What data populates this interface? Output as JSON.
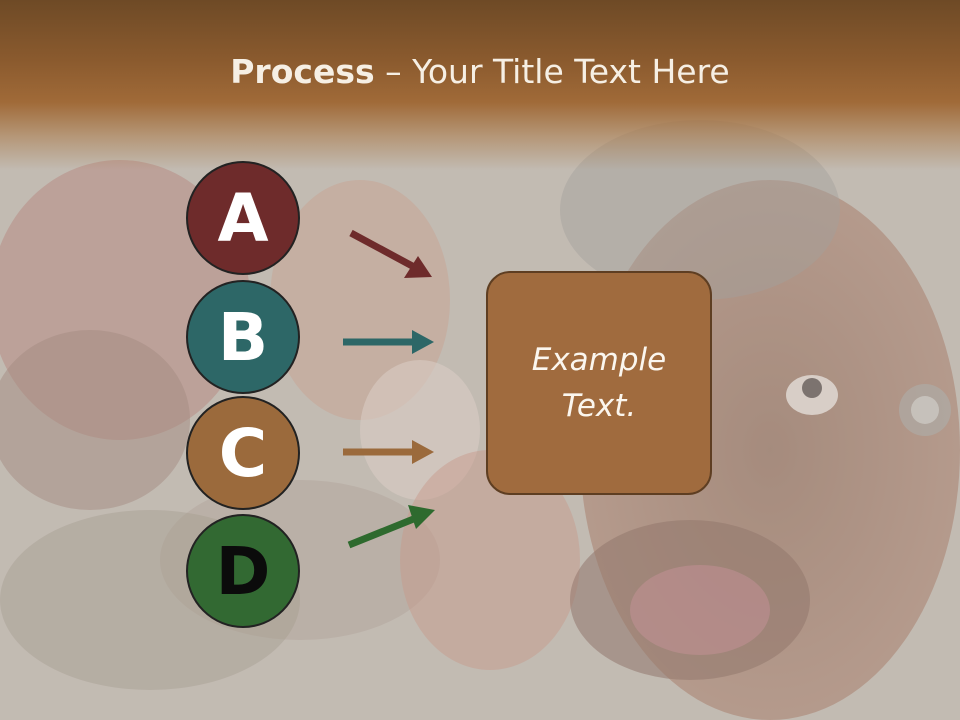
{
  "title": {
    "bold": "Process",
    "rest": " – Your Title Text Here"
  },
  "steps": [
    {
      "letter": "A",
      "color": "#6e2b2b",
      "arrow_color": "#6e2b2b"
    },
    {
      "letter": "B",
      "color": "#2d6767",
      "arrow_color": "#2d6767"
    },
    {
      "letter": "C",
      "color": "#9b6a3c",
      "arrow_color": "#9b6a3c"
    },
    {
      "letter": "D",
      "color": "#326932",
      "arrow_color": "#2e6a2e"
    }
  ],
  "box": {
    "line1": "Example",
    "line2": "Text.",
    "color": "#a06b3e"
  },
  "background": {
    "description_icon": "graffiti-photo-background"
  }
}
